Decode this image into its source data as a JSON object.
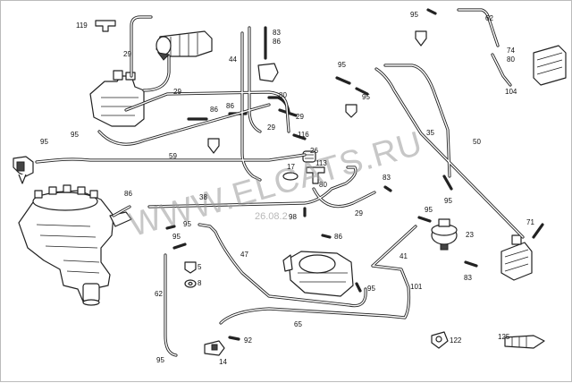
{
  "watermark": {
    "text": "WWW.ELCATS.RU",
    "date": "26.08.2"
  },
  "callouts": {
    "c119": "119",
    "c29a": "29",
    "c29b": "29",
    "c29c": "29",
    "c29d": "29",
    "c29e": "29",
    "c83a": "83",
    "c86a": "86",
    "c44": "44",
    "c95a": "95",
    "c62": "62",
    "c74": "74",
    "c80a": "80",
    "c104": "104",
    "c95b": "95",
    "c95c": "95",
    "c80b": "80",
    "c86b": "86",
    "c86c": "86",
    "c95d": "95",
    "c116": "116",
    "c95e": "95",
    "c59": "59",
    "c26": "26",
    "c17": "17",
    "c113": "113",
    "c35": "35",
    "c50": "50",
    "c80c": "80",
    "c83b": "83",
    "c95f": "95",
    "c86d": "86",
    "c38": "38",
    "c98": "98",
    "c95g": "95",
    "c71": "71",
    "c95h": "95",
    "c86e": "86",
    "c23": "23",
    "c95i": "95",
    "c47": "47",
    "c41": "41",
    "c5": "5",
    "c8": "8",
    "c62b": "62",
    "c83c": "83",
    "c95j": "95",
    "c101": "101",
    "c65": "65",
    "c92": "92",
    "c95k": "95",
    "c14": "14",
    "c122": "122",
    "c125": "125"
  }
}
